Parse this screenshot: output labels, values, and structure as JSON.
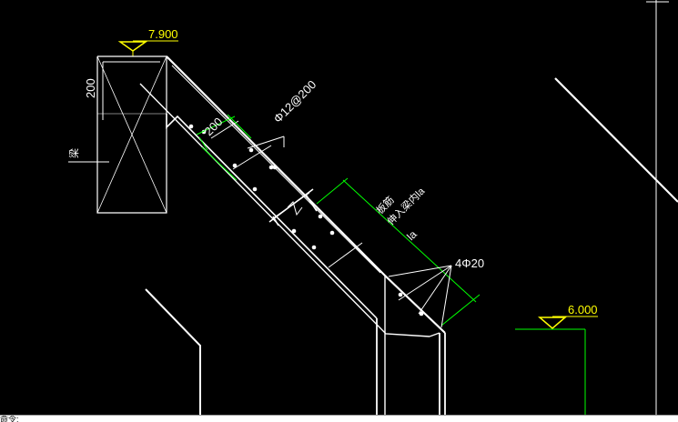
{
  "colors": {
    "background": "#000000",
    "line": "#ffffff",
    "dimension": "#00ff00",
    "level": "#ffff00"
  },
  "levels": {
    "top": "7.900",
    "bottom": "6.000"
  },
  "dimensions": {
    "beam_height": "200",
    "slab_thickness": "200",
    "rebar_spacing": "Φ12@200",
    "main_rebar": "4Φ20"
  },
  "notes": {
    "beam_label": "梁",
    "board_label": "板筋",
    "anchorage_label": "伸入梁内la",
    "la_label": "la"
  },
  "command_line": {
    "prompt": "命令:"
  }
}
